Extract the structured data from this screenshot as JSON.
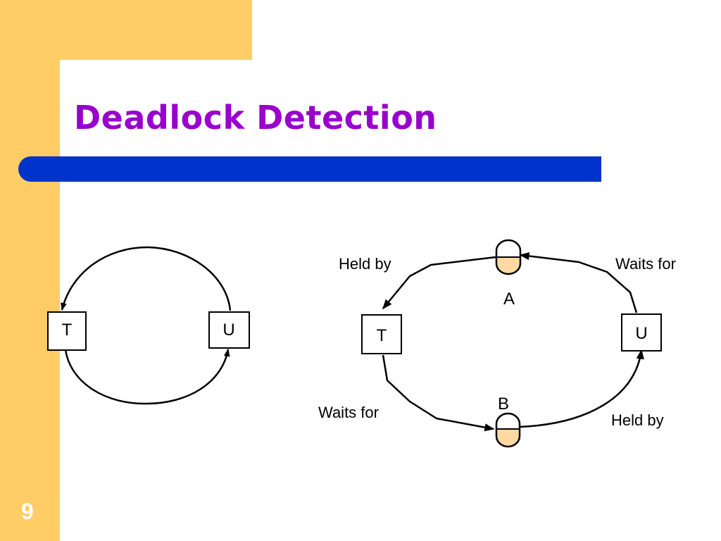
{
  "slide": {
    "title": "Deadlock Detection",
    "page_number": "9"
  },
  "colors": {
    "sidebar": "#ffcc66",
    "title": "#9900cc",
    "title_bar": "#0033cc",
    "resource_fill": "#ffd9a0"
  },
  "simple_graph": {
    "nodes": [
      {
        "id": "T",
        "label": "T"
      },
      {
        "id": "U",
        "label": "U"
      }
    ],
    "edges": [
      {
        "from": "U",
        "to": "T"
      },
      {
        "from": "T",
        "to": "U"
      }
    ]
  },
  "resource_graph": {
    "transactions": [
      {
        "id": "T",
        "label": "T"
      },
      {
        "id": "U",
        "label": "U"
      }
    ],
    "resources": [
      {
        "id": "A",
        "label": "A"
      },
      {
        "id": "B",
        "label": "B"
      }
    ],
    "edges": [
      {
        "from": "A",
        "to": "T",
        "label": "Held by"
      },
      {
        "from": "U",
        "to": "A",
        "label": "Waits for"
      },
      {
        "from": "T",
        "to": "B",
        "label": "Waits for"
      },
      {
        "from": "B",
        "to": "U",
        "label": "Held by"
      }
    ]
  }
}
